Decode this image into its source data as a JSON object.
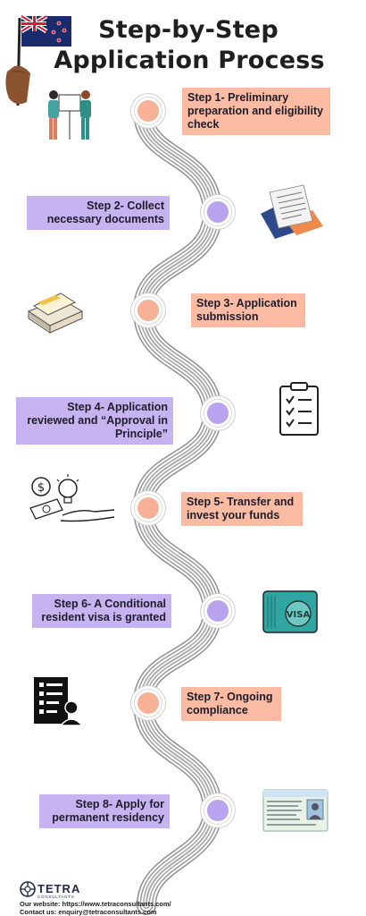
{
  "title": {
    "line1": "Step-by-Step",
    "line2": "Application Process"
  },
  "steps": [
    {
      "label": "Step 1- Preliminary preparation and eligibility check",
      "color": "orange",
      "illustration": "consultation-people-icon"
    },
    {
      "label": "Step 2- Collect necessary documents",
      "color": "purple",
      "illustration": "documents-stack-icon"
    },
    {
      "label": "Step 3- Application submission",
      "color": "orange",
      "illustration": "paper-stack-icon"
    },
    {
      "label": "Step 4- Application reviewed and “Approval in Principle”",
      "color": "purple",
      "illustration": "clipboard-checklist-icon"
    },
    {
      "label": "Step 5- Transfer and invest your funds",
      "color": "orange",
      "illustration": "money-investment-icon"
    },
    {
      "label": "Step 6- A Conditional resident visa is granted",
      "color": "purple",
      "illustration": "visa-passport-icon"
    },
    {
      "label": "Step 7- Ongoing compliance",
      "color": "orange",
      "illustration": "document-person-icon"
    },
    {
      "label": "Step 8- Apply for permanent residency",
      "color": "purple",
      "illustration": "residence-card-icon"
    }
  ],
  "colors": {
    "orange": "#fbbaa2",
    "purple": "#c6b3ef",
    "node_orange": "#f7b196",
    "node_purple": "#b9a3ee"
  },
  "footer": {
    "brand": "TETRA",
    "brand_sub": "CONSULTANTS",
    "website": "Our website: https://www.tetraconsultants.com/",
    "contact": "Contact us: enquiry@tetraconsultants.com"
  },
  "decor": {
    "flag": "new-zealand-flag-icon"
  }
}
